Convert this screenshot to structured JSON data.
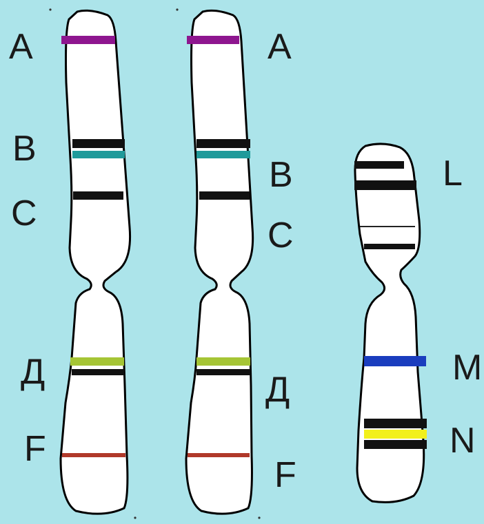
{
  "background": "#ace4ea",
  "chromosomes": [
    {
      "id": "left-homolog",
      "labels": [
        "A",
        "B",
        "C",
        "Д",
        "F"
      ],
      "bands": [
        "purple",
        "black",
        "teal",
        "black",
        "green",
        "black",
        "brown"
      ]
    },
    {
      "id": "right-homolog",
      "labels": [
        "A",
        "B",
        "C",
        "Д",
        "F"
      ],
      "bands": [
        "purple",
        "black",
        "teal",
        "black",
        "green",
        "black",
        "brown"
      ]
    },
    {
      "id": "small-chromosome",
      "labels": [
        "L",
        "M",
        "N"
      ],
      "bands": [
        "black",
        "black",
        "thin-black",
        "black",
        "blue",
        "black",
        "yellow",
        "black"
      ]
    }
  ],
  "colors": {
    "purple": "#8e168f",
    "teal": "#1f9a9a",
    "green": "#a5c535",
    "brown": "#b0392a",
    "blue": "#1a3dbe",
    "yellow": "#f2f01c",
    "black": "#111111",
    "outline": "#000000",
    "body": "#ffffff"
  }
}
